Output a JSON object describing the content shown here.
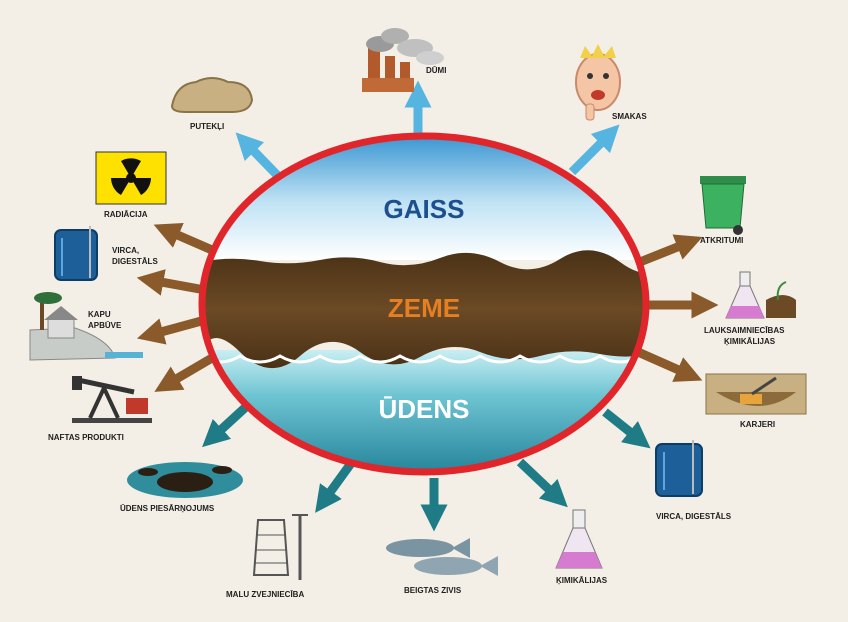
{
  "center": {
    "air": "GAISS",
    "land": "ZEME",
    "water": "ŪDENS"
  },
  "labels": {
    "dumi": "DŪMI",
    "smakas": "SMAKAS",
    "putekli": "PUTEKĻI",
    "radiacija": "RADIĀCIJA",
    "virca_left_1": "VIRCA,",
    "virca_left_2": "DIGESTĀLS",
    "kapu_1": "KAPU",
    "kapu_2": "APBŪVE",
    "naftas": "NAFTAS PRODUKTI",
    "udens_piesarnojums": "ŪDENS PIESĀRŅOJUMS",
    "malu": "MALU ZVEJNIECĪBA",
    "beigtas": "BEIGTAS ZIVIS",
    "kimikalijas": "ĶIMIKĀLIJAS",
    "virca_right": "VIRCA, DIGESTĀLS",
    "karjeri": "KARJERI",
    "lauks_1": "LAUKSAIMNIECĪBAS",
    "lauks_2": "ĶIMIKĀLIJAS",
    "atkritumi": "ATKRITUMI"
  },
  "colors": {
    "air_arrow": "#56b4e0",
    "land_arrow": "#8a5a2b",
    "water_arrow": "#1f7c86",
    "ring": "#e0262b"
  }
}
